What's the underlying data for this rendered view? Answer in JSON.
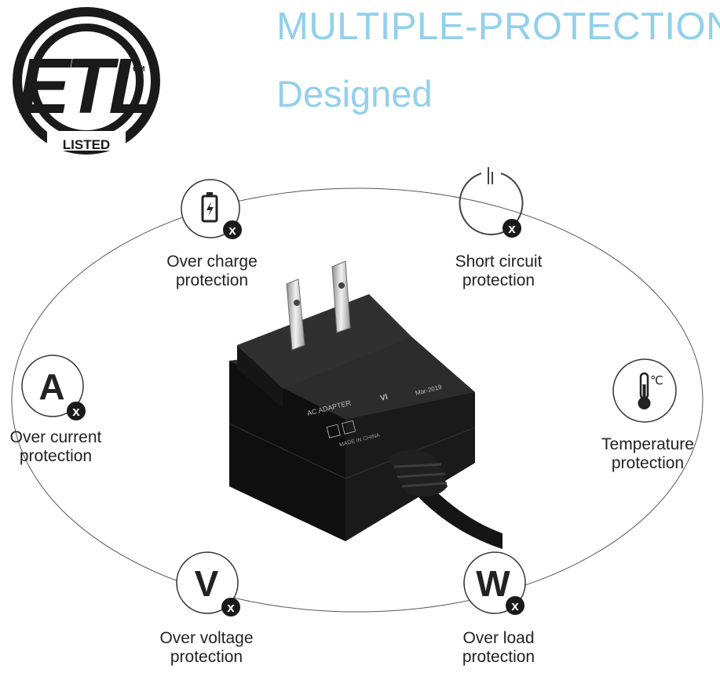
{
  "logo": {
    "mark": "ETL",
    "superscript": "CM",
    "band": "LISTED",
    "color": "#1a1a1a"
  },
  "headline": {
    "line1": "MULTIPLE-PROTECTION",
    "line2": "Designed",
    "color": "#92d0ea"
  },
  "features": [
    {
      "id": "over-charge",
      "icon": "battery-charging-icon",
      "line1": "Over charge",
      "line2": "protection"
    },
    {
      "id": "short-circuit",
      "icon": "power-icon",
      "line1": "Short circuit",
      "line2": "protection"
    },
    {
      "id": "over-current",
      "icon": "ampere-icon",
      "glyph": "A",
      "line1": "Over current",
      "line2": "protection"
    },
    {
      "id": "temperature",
      "icon": "thermometer-icon",
      "glyph": "℃",
      "line1": "Temperature",
      "line2": "protection"
    },
    {
      "id": "over-voltage",
      "icon": "volt-icon",
      "glyph": "V",
      "line1": "Over voltage",
      "line2": "protection"
    },
    {
      "id": "over-load",
      "icon": "watt-icon",
      "glyph": "W",
      "line1": "Over load",
      "line2": "protection"
    }
  ],
  "badge": {
    "glyph": "x",
    "color": "#1a1a1a"
  },
  "product": {
    "name": "ac-adapter",
    "label_text": "AC ADAPTER",
    "label_origin": "MADE IN CHINA",
    "label_date": "Mar-2019",
    "label_mark": "VI"
  }
}
